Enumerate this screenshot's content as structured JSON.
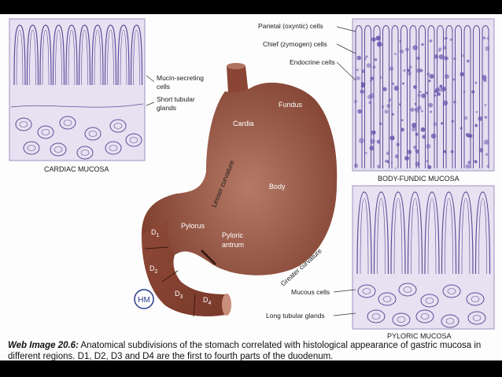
{
  "labels": {
    "mucin_secreting": [
      "Mucin-secreting",
      "cells"
    ],
    "short_tubular": [
      "Short tubular",
      "glands"
    ],
    "parietal": "Parietal (oxyntic) cells",
    "chief": "Chief (zymogen) cells",
    "endocrine": "Endocrine cells",
    "mucous": "Mucous cells",
    "long_tubular": "Long tubular glands",
    "fundus": "Fundus",
    "cardia": "Cardia",
    "body": "Body",
    "pylorus": "Pylorus",
    "pyloric_antrum": [
      "Pyloric",
      "antrum"
    ],
    "lesser_curvature": "Lesser curvature",
    "greater_curvature": "Greater curvature",
    "d1": "D",
    "d1_sub": "1",
    "d2": "D",
    "d2_sub": "2",
    "d3": "D",
    "d3_sub": "3",
    "d4": "D",
    "d4_sub": "4",
    "logo": "HM"
  },
  "panel_captions": {
    "cardiac": "CARDIAC MUCOSA",
    "body_fundic": "BODY-FUNDIC MUCOSA",
    "pyloric": "PYLORIC MUCOSA"
  },
  "caption": {
    "title": "Web Image 20.6:",
    "text": " Anatomical subdivisions of the stomach correlated with histological appearance of gastric mucosa in different regions. D1, D2, D3 and D4 are the first to fourth parts of the duodenum."
  },
  "colors": {
    "stomach": "#8b4534",
    "stomach_light": "#b0735f",
    "tissue_bg": "#e6dff0",
    "tissue_line": "#5d4d9a",
    "nuclei": "#6a5cb0"
  }
}
